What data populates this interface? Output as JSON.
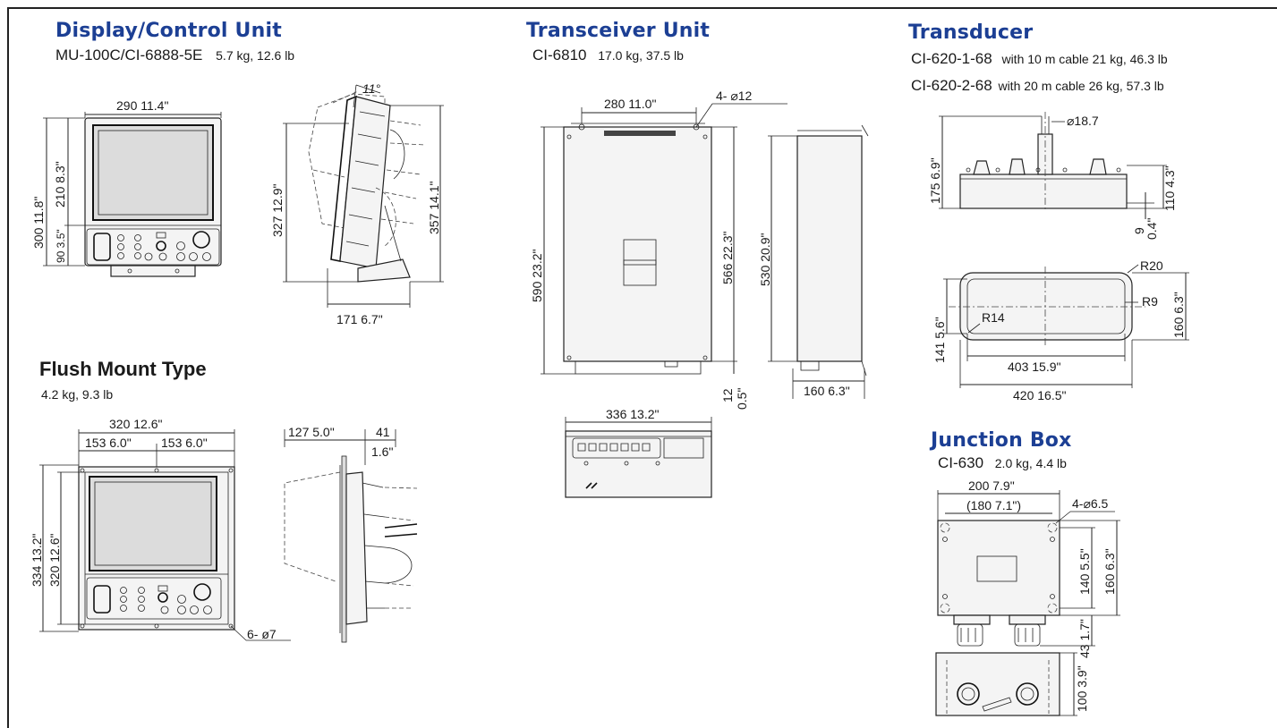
{
  "sections": {
    "display": {
      "title": "Display/Control Unit",
      "model": "MU-100C/CI-6888-5E",
      "weight": "5.7 kg,  12.6 lb",
      "dims": {
        "width": "290  11.4\"",
        "total_height": "300  11.8\"",
        "screen_height": "210  8.3\"",
        "panel_height": "90  3.5\"",
        "tilt": "11°",
        "side_height": "327  12.9\"",
        "side_total": "357  14.1\"",
        "depth": "171  6.7\""
      }
    },
    "flush": {
      "title": "Flush Mount Type",
      "weight": "4.2 kg,  9.3 lb",
      "dims": {
        "width": "320  12.6\"",
        "half_left": "153  6.0\"",
        "half_right": "153  6.0\"",
        "outer_height": "334  13.2\"",
        "inner_height": "320  12.6\"",
        "holes": "6-  ø7",
        "depth": "127  5.0\"",
        "flange_mm": "41",
        "flange_in": "1.6\""
      }
    },
    "transceiver": {
      "title": "Transceiver Unit",
      "model": "CI-6810",
      "weight": "17.0 kg,  37.5 lb",
      "dims": {
        "holes": "4- ⌀12",
        "hole_spacing": "280  11.0\"",
        "height": "590  23.2\"",
        "hole_height": "566  22.3\"",
        "side_height": "530  20.9\"",
        "bottom": "12",
        "bottom_in": "0.5\"",
        "depth": "160  6.3\"",
        "bottom_width": "336  13.2\""
      }
    },
    "transducer": {
      "title": "Transducer",
      "model1": "CI-620-1-68",
      "spec1": "with 10 m cable 21 kg,  46.3 lb",
      "model2": "CI-620-2-68",
      "spec2": "with 20 m cable 26 kg,  57.3 lb",
      "dims": {
        "cable_dia": "⌀18.7",
        "height": "175  6.9\"",
        "body_height": "110  4.3\"",
        "flange": "9",
        "flange_in": "0.4\"",
        "r20": "R20",
        "r9": "R9",
        "r14": "R14",
        "width_outer": "160  6.3\"",
        "width_inner": "141  5.6\"",
        "len_inner": "403  15.9\"",
        "len_outer": "420  16.5\""
      }
    },
    "junction": {
      "title": "Junction Box",
      "model": "CI-630",
      "weight": "2.0 kg,  4.4 lb",
      "dims": {
        "width": "200  7.9\"",
        "hole_spacing": "(180  7.1\")",
        "holes": "4-⌀6.5",
        "hole_height": "140  5.5\"",
        "height": "160  6.3\"",
        "gland": "43  1.7\"",
        "depth": "100  3.9\""
      }
    }
  }
}
